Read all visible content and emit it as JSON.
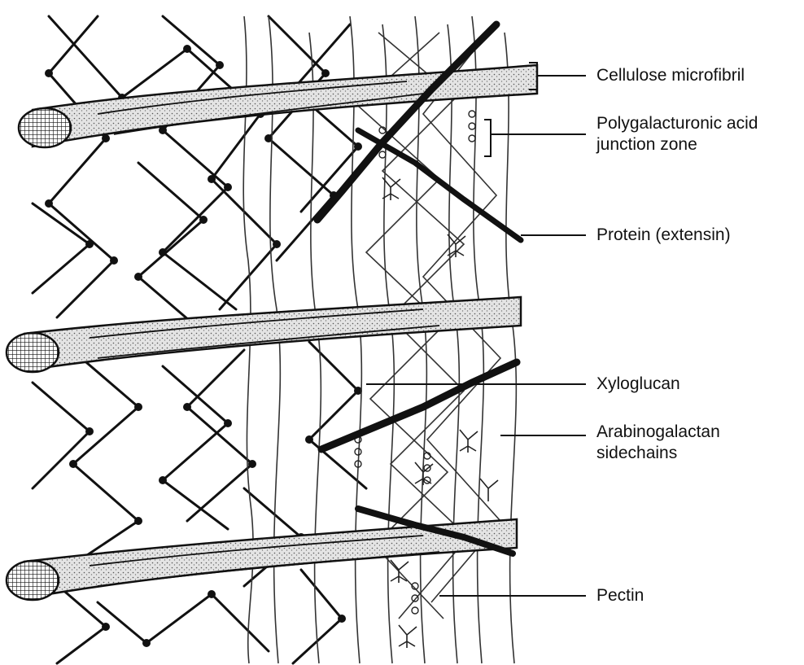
{
  "labels": {
    "cellulose": "Cellulose microfibril",
    "pga_line1": "Polygalacturonic acid",
    "pga_line2": "junction zone",
    "protein": "Protein (extensin)",
    "xyloglucan": "Xyloglucan",
    "arabino_line1": "Arabinogalactan",
    "arabino_line2": "sidechains",
    "pectin": "Pectin"
  },
  "colors": {
    "ink": "#111111",
    "fibril_fill": "#d9d9d9",
    "background": "#ffffff"
  }
}
